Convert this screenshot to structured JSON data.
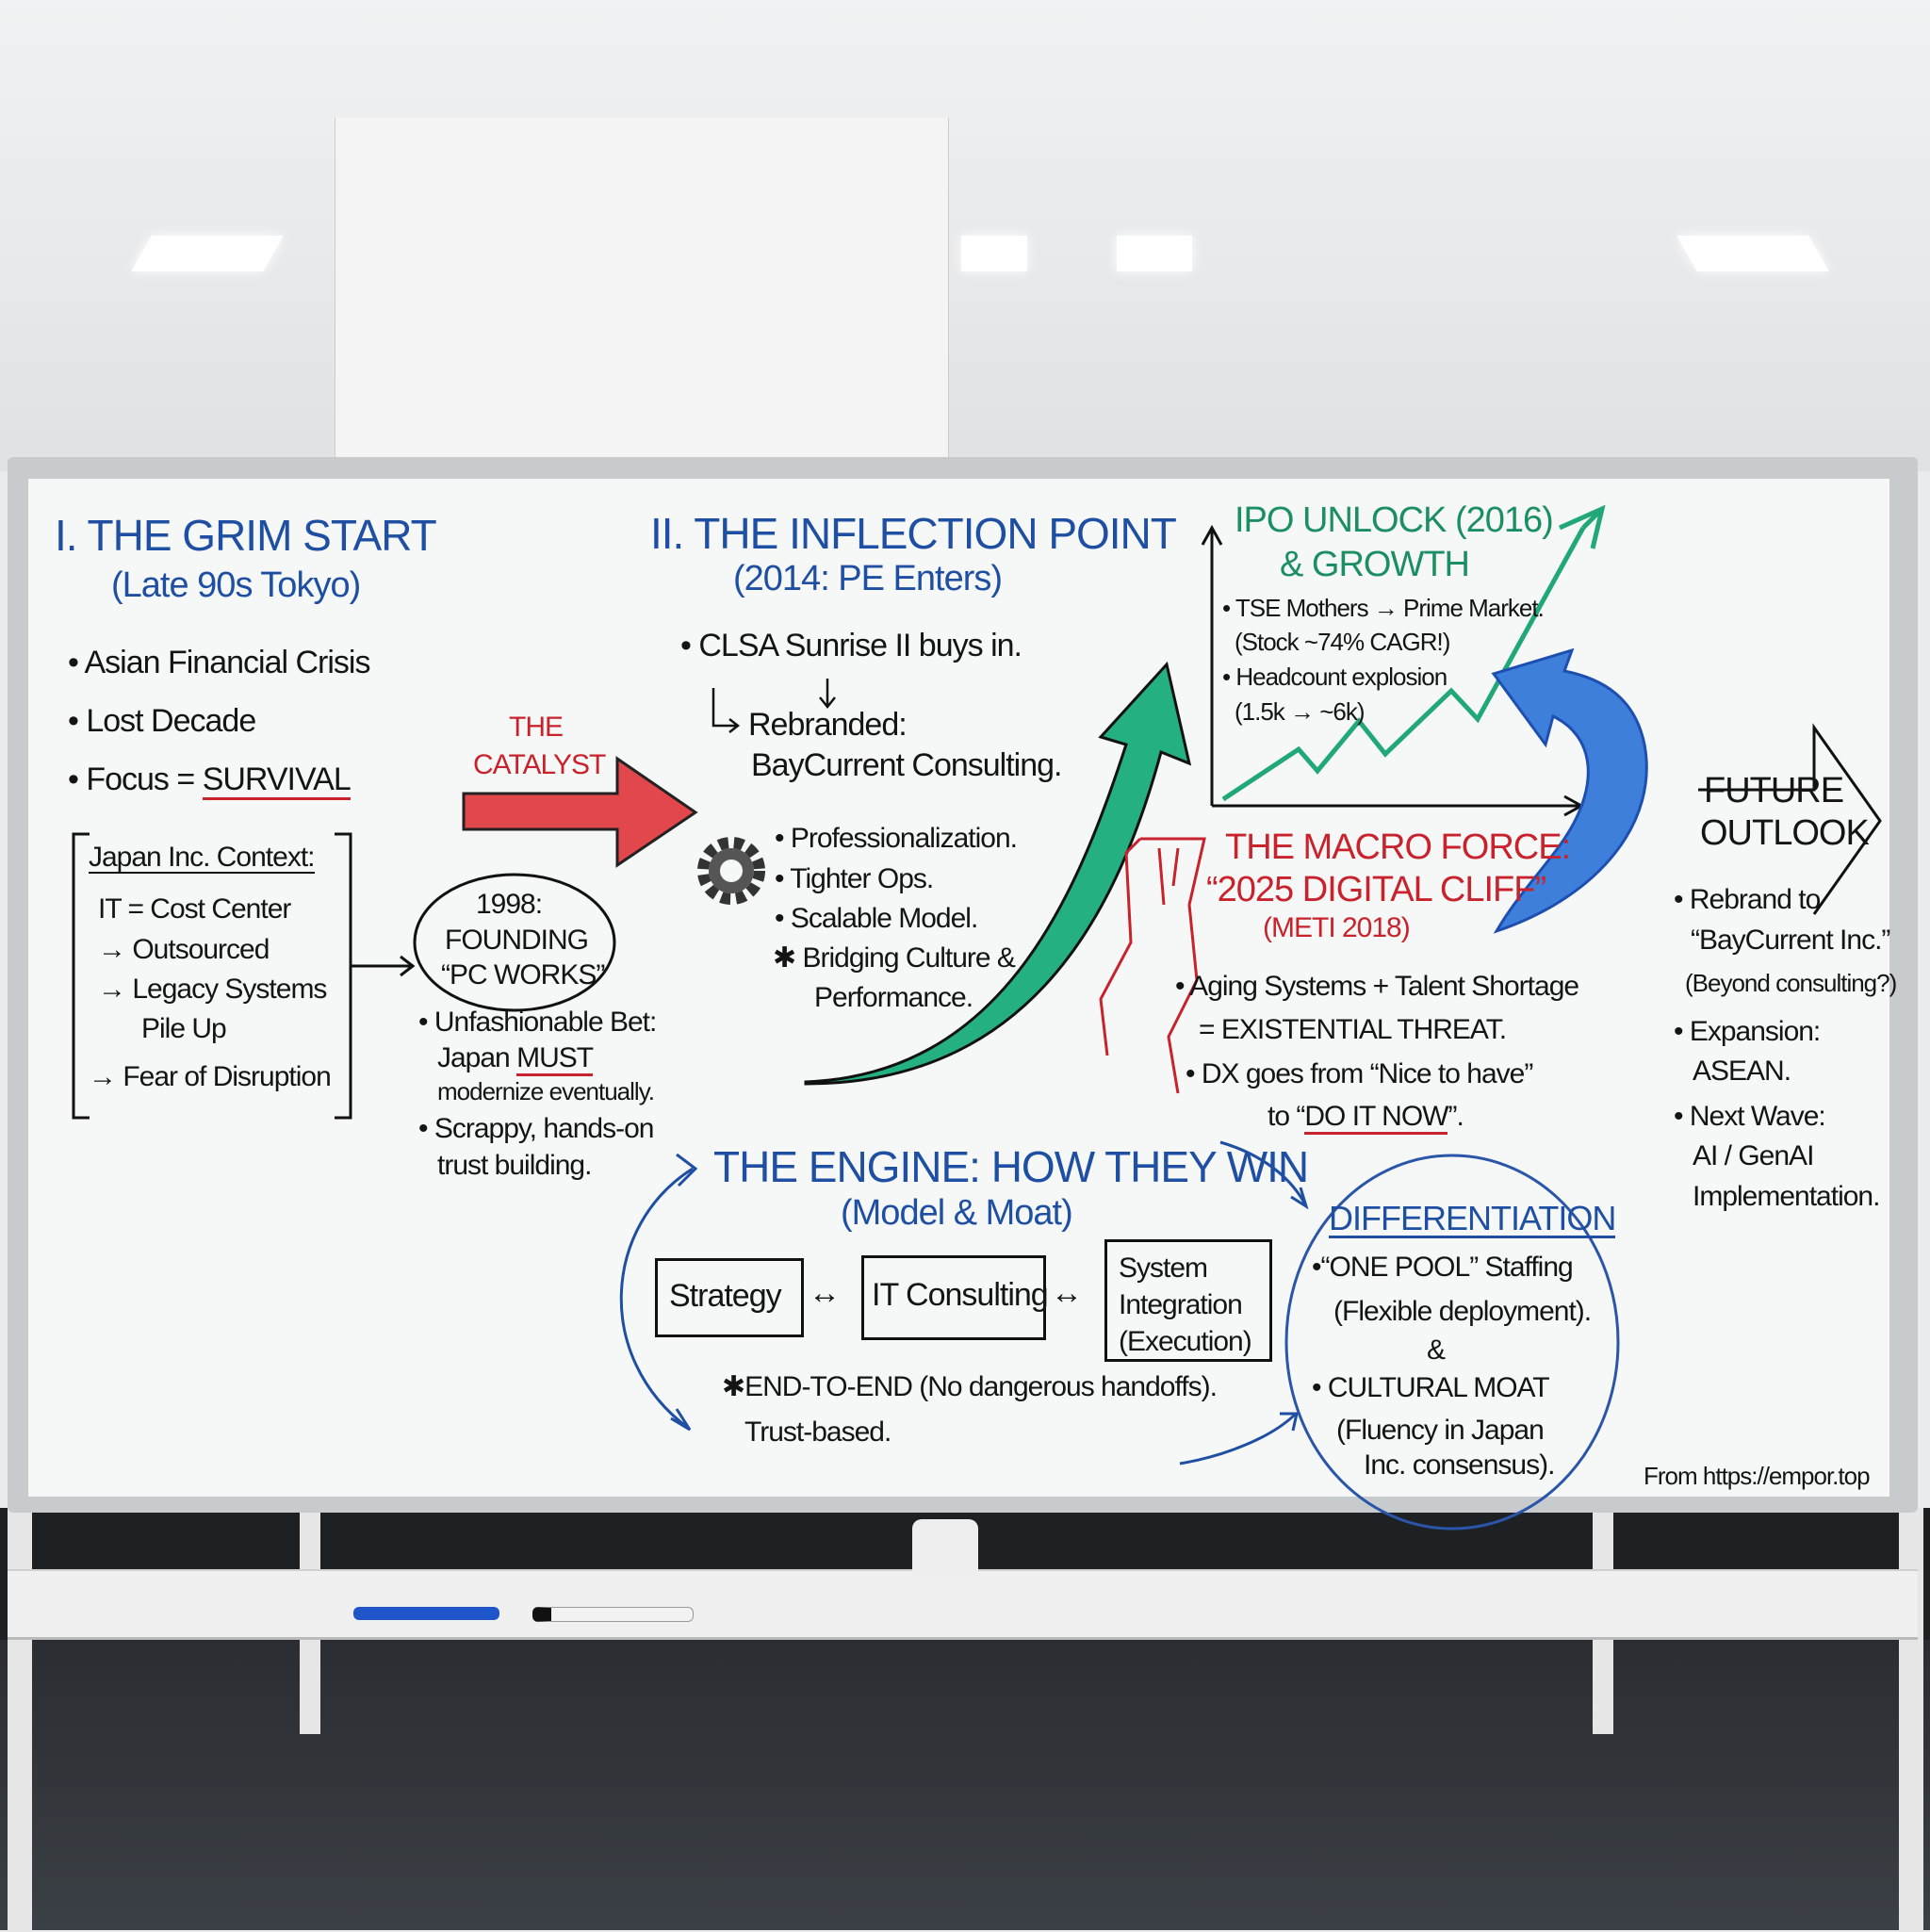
{
  "sections": {
    "grim_start": {
      "title": "I. THE GRIM START",
      "subtitle": "(Late 90s Tokyo)",
      "bullets": [
        "• Asian Financial Crisis",
        "• Lost Decade",
        "• Focus = "
      ],
      "focus_word": "SURVIVAL",
      "context_title": "Japan Inc. Context:",
      "context_lines": [
        "IT = Cost Center",
        "→ Outsourced",
        "→ Legacy Systems",
        "Pile Up",
        "→ Fear of Disruption"
      ]
    },
    "catalyst": {
      "line1": "THE",
      "line2": "CATALYST"
    },
    "founding": {
      "line1": "1998:",
      "line2": "FOUNDING",
      "line3": "“PC WORKS”",
      "bullets": [
        "• Unfashionable Bet:",
        "Japan ",
        "modernize eventually.",
        "• Scrappy, hands-on",
        "trust building."
      ],
      "must_word": "MUST"
    },
    "inflection": {
      "title": "II. THE INFLECTION POINT",
      "subtitle": "(2014: PE Enters)",
      "buy_in": "• CLSA Sunrise II buys in.",
      "rebranded": "Rebranded:",
      "new_name": "BayCurrent Consulting.",
      "bullets": [
        "• Professionalization.",
        "• Tighter Ops.",
        "• Scalable Model.",
        "✱ Bridging Culture &",
        "Performance."
      ]
    },
    "ipo": {
      "title_line1": "IPO UNLOCK (2016)",
      "title_line2": "& GROWTH",
      "bullets": [
        "• TSE Mothers → Prime Market.",
        "(Stock ~74% CAGR!)",
        "• Headcount explosion",
        "(1.5k → ~6k)"
      ]
    },
    "macro": {
      "title_line1": "THE MACRO FORCE:",
      "title_line2": "“2025 DIGITAL CLIFF”",
      "title_line3": "(METI 2018)",
      "bullets": [
        "• Aging Systems + Talent Shortage",
        "= EXISTENTIAL THREAT.",
        "• DX goes from “Nice to have”",
        "to “",
        "”."
      ],
      "do_it_now": "DO IT NOW"
    },
    "future": {
      "title_line1": "FUTURE",
      "title_line2": "OUTLOOK",
      "bullets": [
        "• Rebrand to",
        "“BayCurrent Inc.”",
        "(Beyond consulting?)",
        "• Expansion:",
        "ASEAN.",
        "• Next Wave:",
        "AI / GenAI",
        "Implementation."
      ]
    },
    "engine": {
      "title": "THE ENGINE: HOW THEY WIN",
      "subtitle": "(Model & Moat)",
      "boxes": [
        "Strategy",
        "IT Consulting",
        "System\nIntegration\n(Execution)"
      ],
      "connector": "↔",
      "end_to_end": "✱END-TO-END (No dangerous handoffs).",
      "trust": "Trust-based."
    },
    "differentiation": {
      "title": "DIFFERENTIATION",
      "lines": [
        "•“ONE POOL” Staffing",
        "(Flexible deployment).",
        "&",
        "• CULTURAL MOAT",
        "(Fluency in Japan",
        "Inc. consensus)."
      ]
    },
    "credit": "From https://empor.top"
  },
  "colors": {
    "blue": "#1f4fa3",
    "red": "#c8232c",
    "green": "#1b8f63",
    "arrow_blue": "#2a62c9",
    "ink": "#141414"
  },
  "icons": [
    "gear-icon",
    "red-arrow-icon",
    "green-growth-arrow",
    "blue-curved-arrow",
    "cliff-drawing",
    "outline-arrow-icon"
  ]
}
